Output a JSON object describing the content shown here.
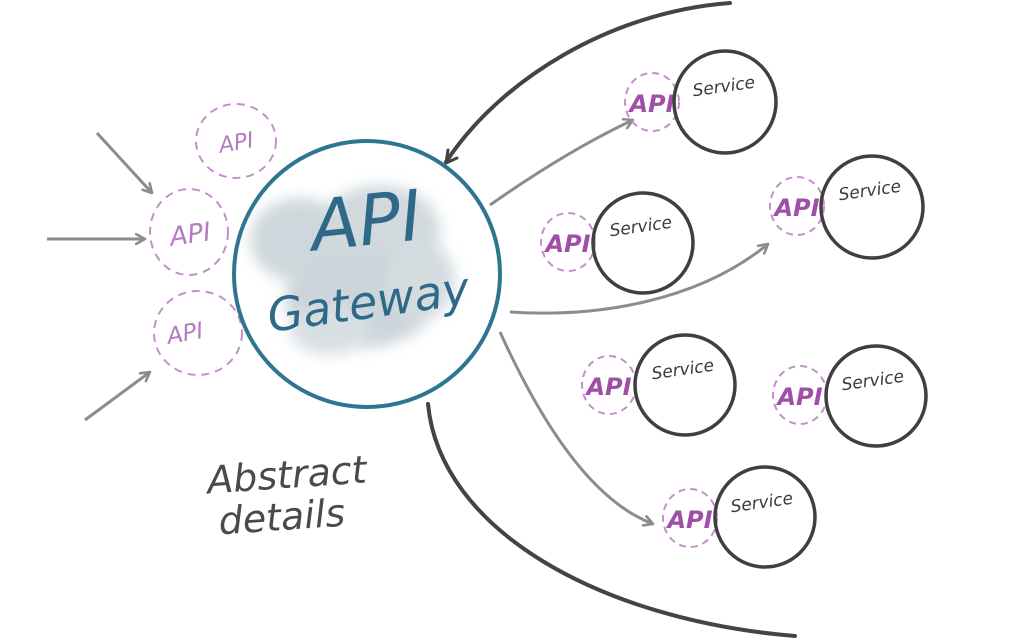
{
  "gateway": {
    "title": "API",
    "subtitle": "Gateway",
    "colors": {
      "ring": "#2f7591",
      "text": "#2e6a88",
      "wash": "#c9d3d8"
    }
  },
  "client_apis": [
    {
      "label": "API"
    },
    {
      "label": "API"
    },
    {
      "label": "API"
    }
  ],
  "services": [
    {
      "service_label": "Service",
      "api_label": "API"
    },
    {
      "service_label": "Service",
      "api_label": "API"
    },
    {
      "service_label": "Service",
      "api_label": "API"
    },
    {
      "service_label": "Service",
      "api_label": "API"
    },
    {
      "service_label": "Service",
      "api_label": "API"
    },
    {
      "service_label": "Service",
      "api_label": "API"
    }
  ],
  "note": {
    "line1": "Abstract",
    "line2": "details"
  },
  "colors": {
    "arrow": "#8c8c8c",
    "service_ring": "#3f3f3f",
    "api_dash": "#c48fcb",
    "api_text": "#a04fa8",
    "boundary": "#444444"
  }
}
